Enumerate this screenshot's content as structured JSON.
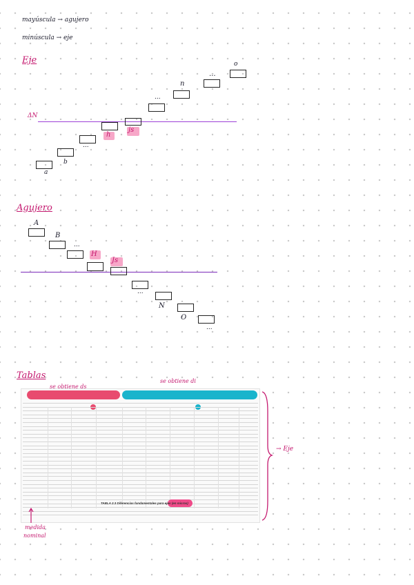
{
  "notes": {
    "mayuscula": "mayúscula → agujero",
    "minuscula": "minúscula → eje"
  },
  "eje_section": {
    "title": "Eje",
    "zero_line_label": "ΔN",
    "letters": [
      "a",
      "b",
      "...",
      "h",
      "js",
      "...",
      "n",
      "...",
      "o",
      "..."
    ]
  },
  "agujero_section": {
    "title": "Agujero",
    "letters": [
      "A",
      "B",
      "...",
      "H",
      "Js",
      "...",
      "N",
      "O",
      "..."
    ]
  },
  "tablas_section": {
    "title": "Tablas",
    "annotation_left": "se obtiene ds",
    "annotation_right": "se obtiene di",
    "side_label": "→ Eje",
    "bottom_label_1": "medida",
    "bottom_label_2": "nominal",
    "caption": "TABLA 2.3 Diferencias fundamentales para ejes (en micras)"
  },
  "colors": {
    "ink": "#1a1a2a",
    "magenta": "#c4176e",
    "purple": "#8a2bd1",
    "highlight_pink": "#f7a7c8",
    "pill_red": "#e84b6f",
    "pill_cyan": "#19b4cc"
  }
}
